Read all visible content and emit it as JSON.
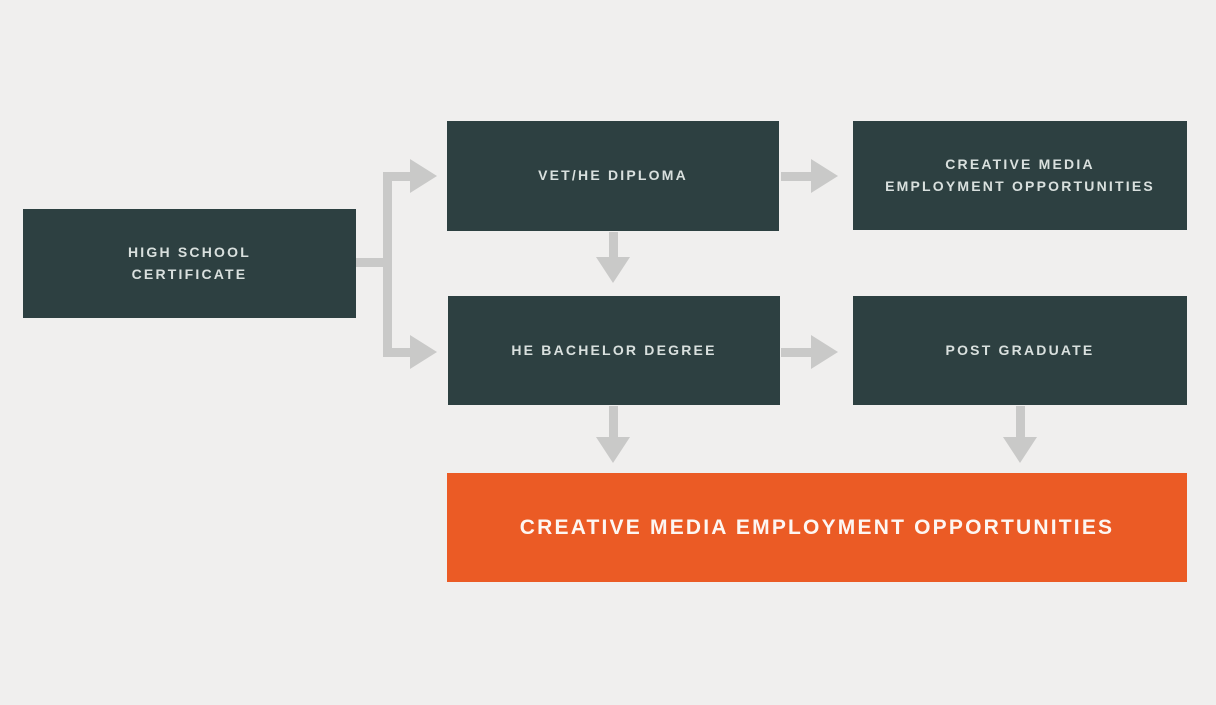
{
  "diagram": {
    "type": "flowchart",
    "description": "Creative media education pathway flowchart",
    "colors": {
      "background": "#f0efee",
      "node_fill": "#2d4041",
      "node_text": "#d9e0de",
      "accent_fill": "#eb5b25",
      "accent_text": "#fdf6f2",
      "connector": "#c9c9c8"
    },
    "nodes": {
      "high_school_certificate": {
        "label": "HIGH SCHOOL CERTIFICATE",
        "line1": "HIGH SCHOOL",
        "line2": "CERTIFICATE",
        "style": "dark"
      },
      "vet_he_diploma": {
        "label": "VET/HE DIPLOMA",
        "style": "dark"
      },
      "creative_media_employment_top": {
        "label": "CREATIVE MEDIA EMPLOYMENT OPPORTUNITIES",
        "line1": "CREATIVE MEDIA",
        "line2": "EMPLOYMENT OPPORTUNITIES",
        "style": "dark"
      },
      "he_bachelor_degree": {
        "label": "HE BACHELOR DEGREE",
        "style": "dark"
      },
      "post_graduate": {
        "label": "POST GRADUATE",
        "style": "dark"
      },
      "creative_media_employment_main": {
        "label": "CREATIVE MEDIA EMPLOYMENT OPPORTUNITIES",
        "style": "accent"
      }
    },
    "edges": [
      {
        "from": "high_school_certificate",
        "to": "vet_he_diploma"
      },
      {
        "from": "high_school_certificate",
        "to": "he_bachelor_degree"
      },
      {
        "from": "vet_he_diploma",
        "to": "creative_media_employment_top"
      },
      {
        "from": "vet_he_diploma",
        "to": "he_bachelor_degree"
      },
      {
        "from": "he_bachelor_degree",
        "to": "post_graduate"
      },
      {
        "from": "he_bachelor_degree",
        "to": "creative_media_employment_main"
      },
      {
        "from": "post_graduate",
        "to": "creative_media_employment_main"
      }
    ]
  }
}
